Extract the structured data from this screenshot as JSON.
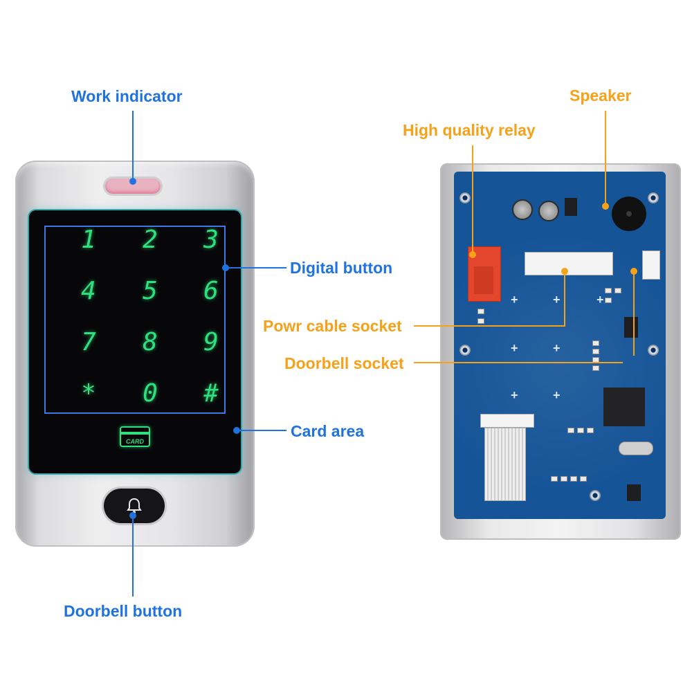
{
  "colors": {
    "blue": "#1f73e0",
    "orange": "#f6a11a",
    "key_glow": "#2fe07f",
    "pcb": "#155497"
  },
  "labels": {
    "work_indicator": "Work indicator",
    "digital_button": "Digital button",
    "card_area": "Card area",
    "doorbell_button": "Doorbell button",
    "speaker": "Speaker",
    "high_quality_relay": "High quality relay",
    "power_cable_socket": "Powr cable socket",
    "doorbell_socket": "Doorbell socket"
  },
  "keypad": {
    "keys": [
      "1",
      "2",
      "3",
      "4",
      "5",
      "6",
      "7",
      "8",
      "9",
      "*",
      "0",
      "#"
    ],
    "card_text": "CARD"
  },
  "icons": {
    "doorbell": "bell-icon",
    "card": "card-icon"
  }
}
